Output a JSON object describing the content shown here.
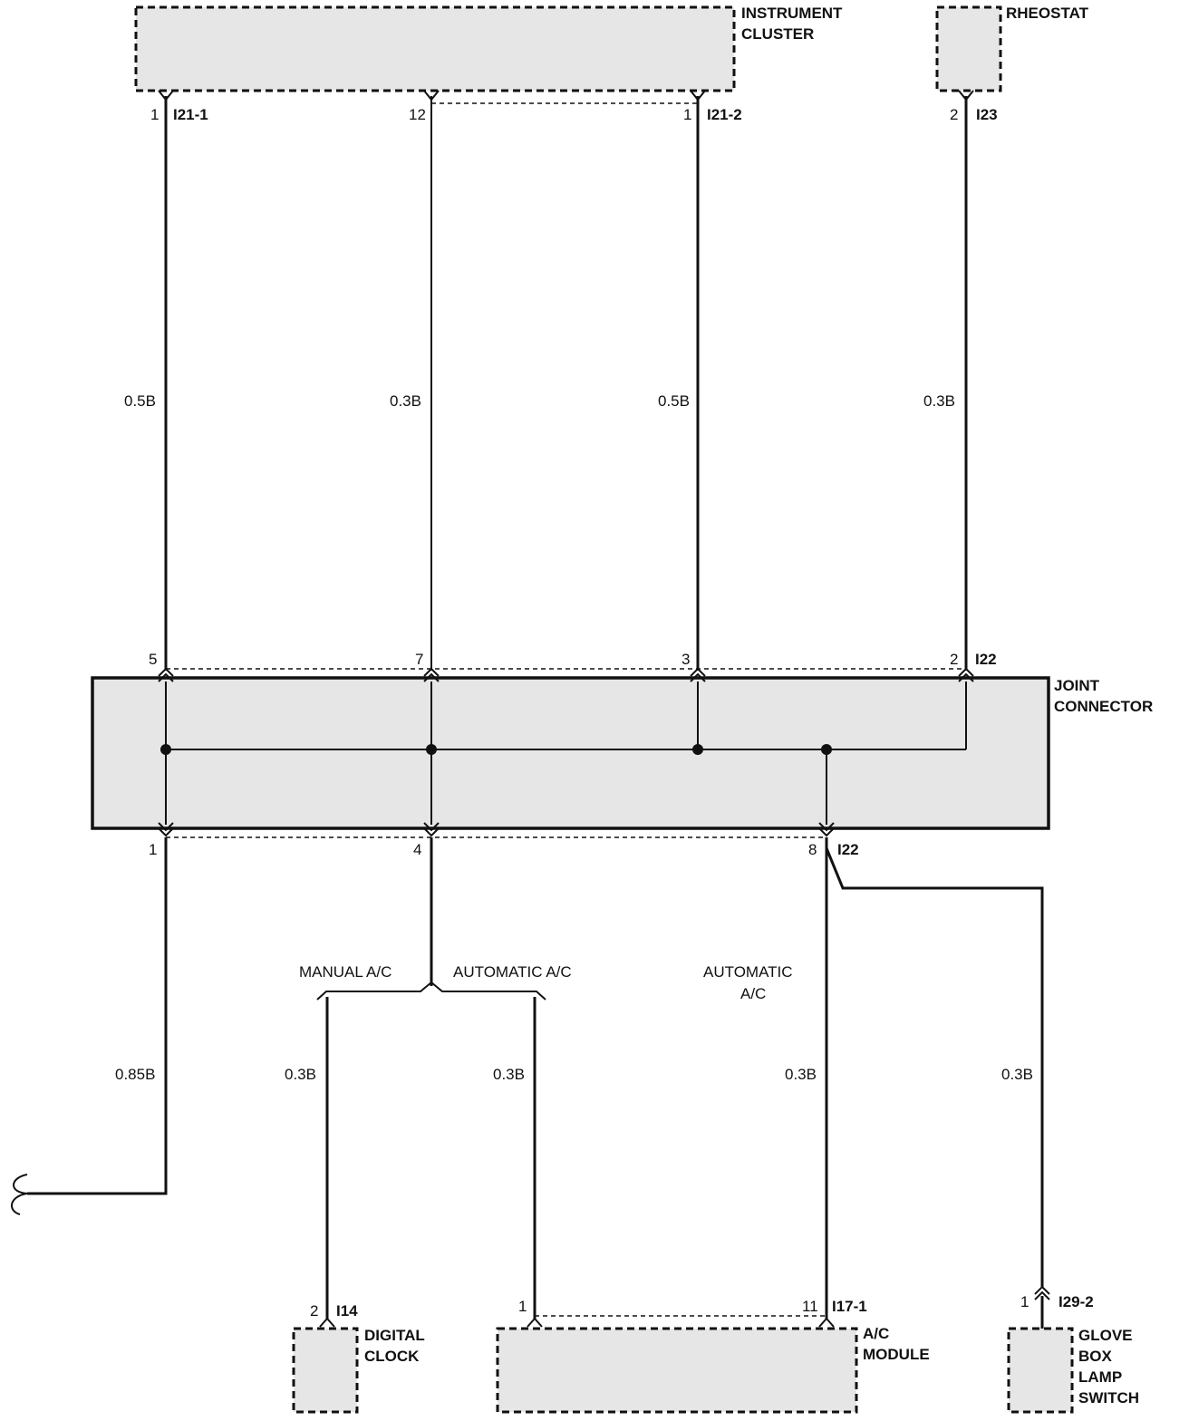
{
  "components": {
    "instrument_cluster": [
      "INSTRUMENT",
      "CLUSTER"
    ],
    "rheostat": [
      "RHEOSTAT"
    ],
    "joint_connector": [
      "JOINT",
      "CONNECTOR"
    ],
    "digital_clock": [
      "DIGITAL",
      "CLOCK"
    ],
    "ac_module": [
      "A/C",
      "MODULE"
    ],
    "glove_box_lamp_switch": [
      "GLOVE",
      "BOX",
      "LAMP",
      "SWITCH"
    ]
  },
  "connectors": {
    "i21_1": "I21-1",
    "i21_2": "I21-2",
    "i23": "I23",
    "i22_top": "I22",
    "i22_bottom": "I22",
    "i14": "I14",
    "i17_1": "I17-1",
    "i29_2": "I29-2"
  },
  "pins": {
    "ic_1": "1",
    "ic_12": "12",
    "ic2_1": "1",
    "rh_2": "2",
    "jc_5": "5",
    "jc_7": "7",
    "jc_3": "3",
    "jc_2": "2",
    "jc_1": "1",
    "jc_4": "4",
    "jc_8": "8",
    "dc_2": "2",
    "acm_1": "1",
    "acm_11": "11",
    "gb_1": "1"
  },
  "wires": {
    "w1": "0.5B",
    "w2": "0.3B",
    "w3": "0.5B",
    "w4": "0.3B",
    "w5": "0.85B",
    "w6": "0.3B",
    "w7": "0.3B",
    "w8": "0.3B",
    "w9": "0.3B"
  },
  "options": {
    "manual_ac": "MANUAL A/C",
    "automatic_ac": "AUTOMATIC A/C",
    "automatic_ac_2": [
      "AUTOMATIC",
      "A/C"
    ]
  }
}
